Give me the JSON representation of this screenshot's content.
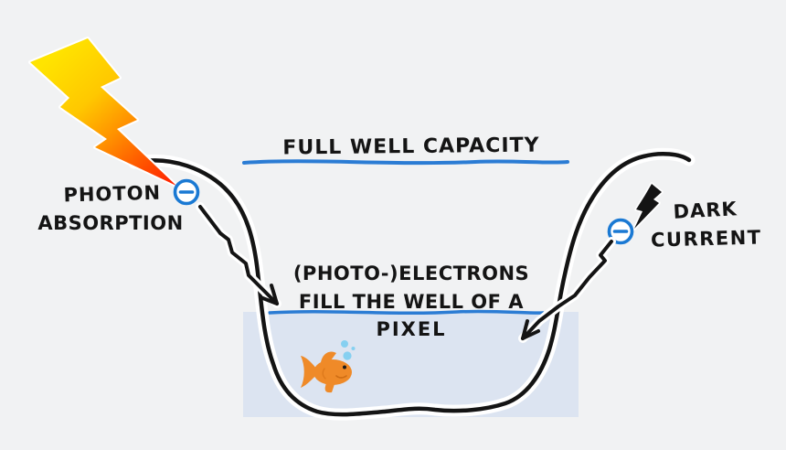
{
  "diagram": {
    "kind": "hand-drawn sensor pixel well illustration",
    "labels": {
      "full_well_capacity": "FULL WELL CAPACITY",
      "photon_line1": "PHOTON",
      "photon_line2": "ABSORPTION",
      "fill_line1": "(PHOTO-)ELECTRONS",
      "fill_line2": "FILL THE WELL OF A",
      "fill_line3": "PIXEL",
      "dark_line1": "DARK",
      "dark_line2": "CURRENT"
    },
    "icons": {
      "photon": "lightning-bolt-gradient",
      "photon_electron": "circled-minus",
      "dark_current_source": "small-black-lightning-bolt",
      "dark_electron": "circled-minus",
      "well_contents": "goldfish-with-bubbles"
    },
    "colors": {
      "background": "#f1f2f3",
      "ink": "#141414",
      "accent_blue": "#2b7cd4",
      "electron_blue": "#1a79d3",
      "water_fill": "#dce4f1",
      "bolt_yellow": "#ffe400",
      "bolt_orange": "#ff9000",
      "bolt_red": "#ff1c00",
      "fish_orange": "#ef8a28",
      "bubble_blue": "#86d0f1"
    }
  }
}
